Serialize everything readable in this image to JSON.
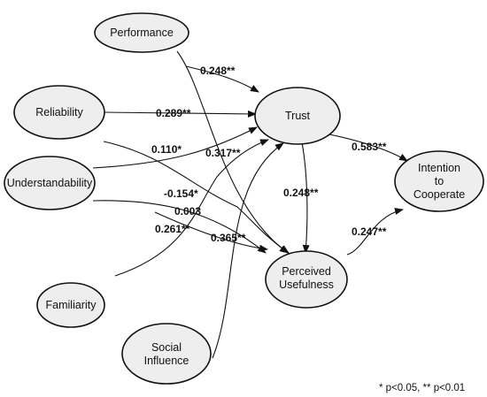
{
  "nodes": {
    "performance": "Performance",
    "reliability": "Reliability",
    "understandability": "Understandability",
    "familiarity": "Familiarity",
    "social_influence": [
      "Social",
      "Influence"
    ],
    "trust": "Trust",
    "perceived_usefulness": [
      "Perceived",
      "Usefulness"
    ],
    "intention_to_cooperate": [
      "Intention",
      "to",
      "Cooperate"
    ]
  },
  "paths": {
    "performance_trust": "0.248**",
    "reliability_trust": "0.289**",
    "understandability_trust": "0.110*",
    "reliability_usefulness": "0.317**",
    "understandability_usefulness": "-0.154*",
    "familiarity_trust": "0.003",
    "familiarity_usefulness": "0.261**",
    "social_usefulness": "0.365**",
    "trust_usefulness": "0.248**",
    "trust_intention": "0.583**",
    "usefulness_intention": "0.247**"
  },
  "footnote": "* p<0.05, ** p<0.01"
}
